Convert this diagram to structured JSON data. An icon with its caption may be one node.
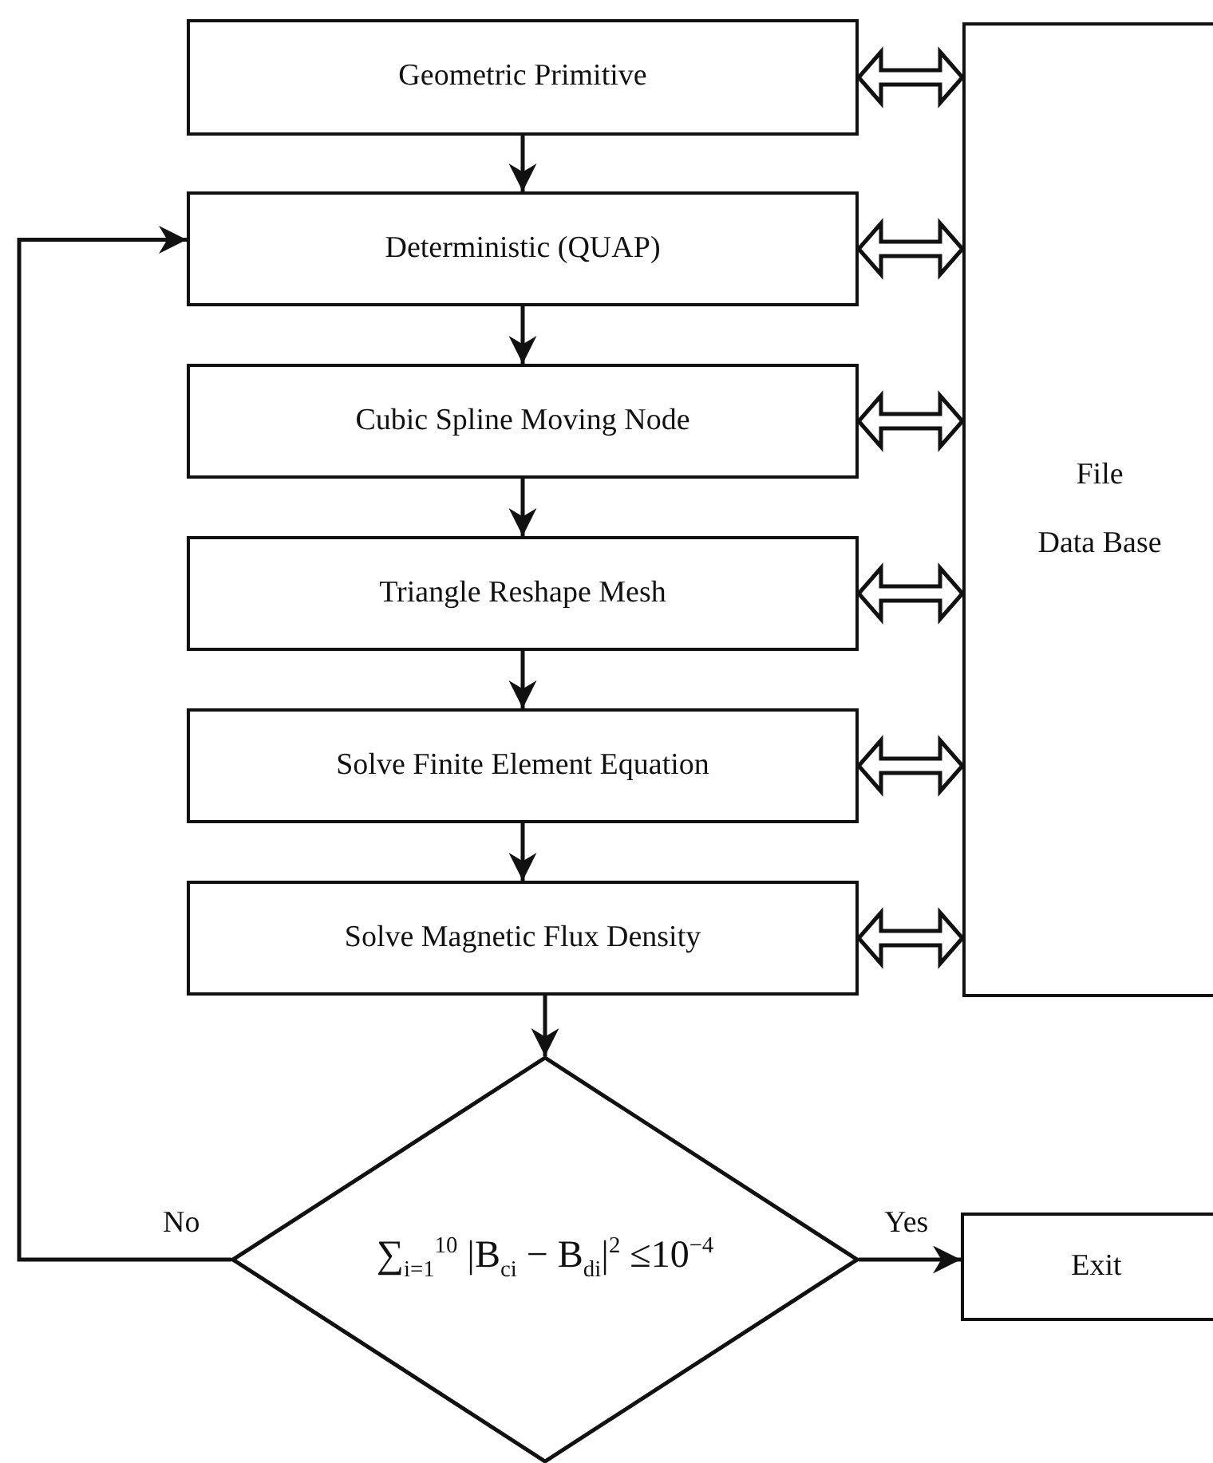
{
  "diagram": {
    "nodes": [
      {
        "text": [
          "Geometric Primitive"
        ]
      },
      {
        "text": [
          "Deterministic (QUAP)"
        ]
      },
      {
        "text": [
          "Cubic Spline Moving Node"
        ]
      },
      {
        "text": [
          "Triangle Reshape Mesh"
        ]
      },
      {
        "text": [
          "Solve Finite Element Equation"
        ]
      },
      {
        "text": [
          "Solve Magnetic Flux Density"
        ]
      },
      {
        "text": [
          "File",
          "Data Base"
        ]
      },
      {
        "text": [
          "∑$_{i=1}$$^{10}$ |B$_{ci}$ − B$_{di}$|$^{2}$ ≤10$^{−4}$"
        ]
      },
      {
        "text": [
          "Exit"
        ]
      }
    ],
    "edges": [
      {
        "from": 0,
        "to": 1,
        "arrow": "to"
      },
      {
        "from": 1,
        "to": 2,
        "arrow": "to"
      },
      {
        "from": 2,
        "to": 3,
        "arrow": "to"
      },
      {
        "from": 3,
        "to": 4,
        "arrow": "to"
      },
      {
        "from": 4,
        "to": 5,
        "arrow": "to"
      },
      {
        "from": 5,
        "to": 7,
        "arrow": "to"
      },
      {
        "from": 7,
        "to": 1,
        "arrow": "to",
        "label": "No"
      },
      {
        "from": 7,
        "to": 8,
        "arrow": "to",
        "label": "Yes"
      },
      {
        "from": 0,
        "to": 6,
        "arrow": "both",
        "style": "thick"
      },
      {
        "from": 1,
        "to": 6,
        "arrow": "both",
        "style": "thick"
      },
      {
        "from": 2,
        "to": 6,
        "arrow": "both",
        "style": "thick"
      },
      {
        "from": 3,
        "to": 6,
        "arrow": "both",
        "style": "thick"
      },
      {
        "from": 4,
        "to": 6,
        "arrow": "both",
        "style": "thick"
      },
      {
        "from": 5,
        "to": 6,
        "arrow": "both",
        "style": "thick"
      }
    ]
  }
}
